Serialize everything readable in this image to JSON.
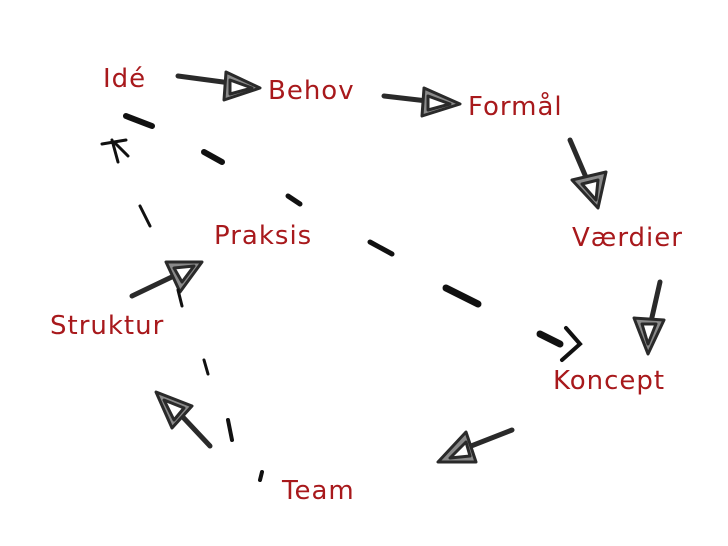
{
  "diagram": {
    "nodes": {
      "ide": "Idé",
      "behov": "Behov",
      "formal": "Formål",
      "praksis": "Praksis",
      "vaerdier": "Værdier",
      "struktur": "Struktur",
      "koncept": "Koncept",
      "team": "Team"
    },
    "colors": {
      "label": "#a8191c",
      "arrow": "#2a2a2a",
      "arrowhead_fill": "#8a8a8a"
    }
  }
}
